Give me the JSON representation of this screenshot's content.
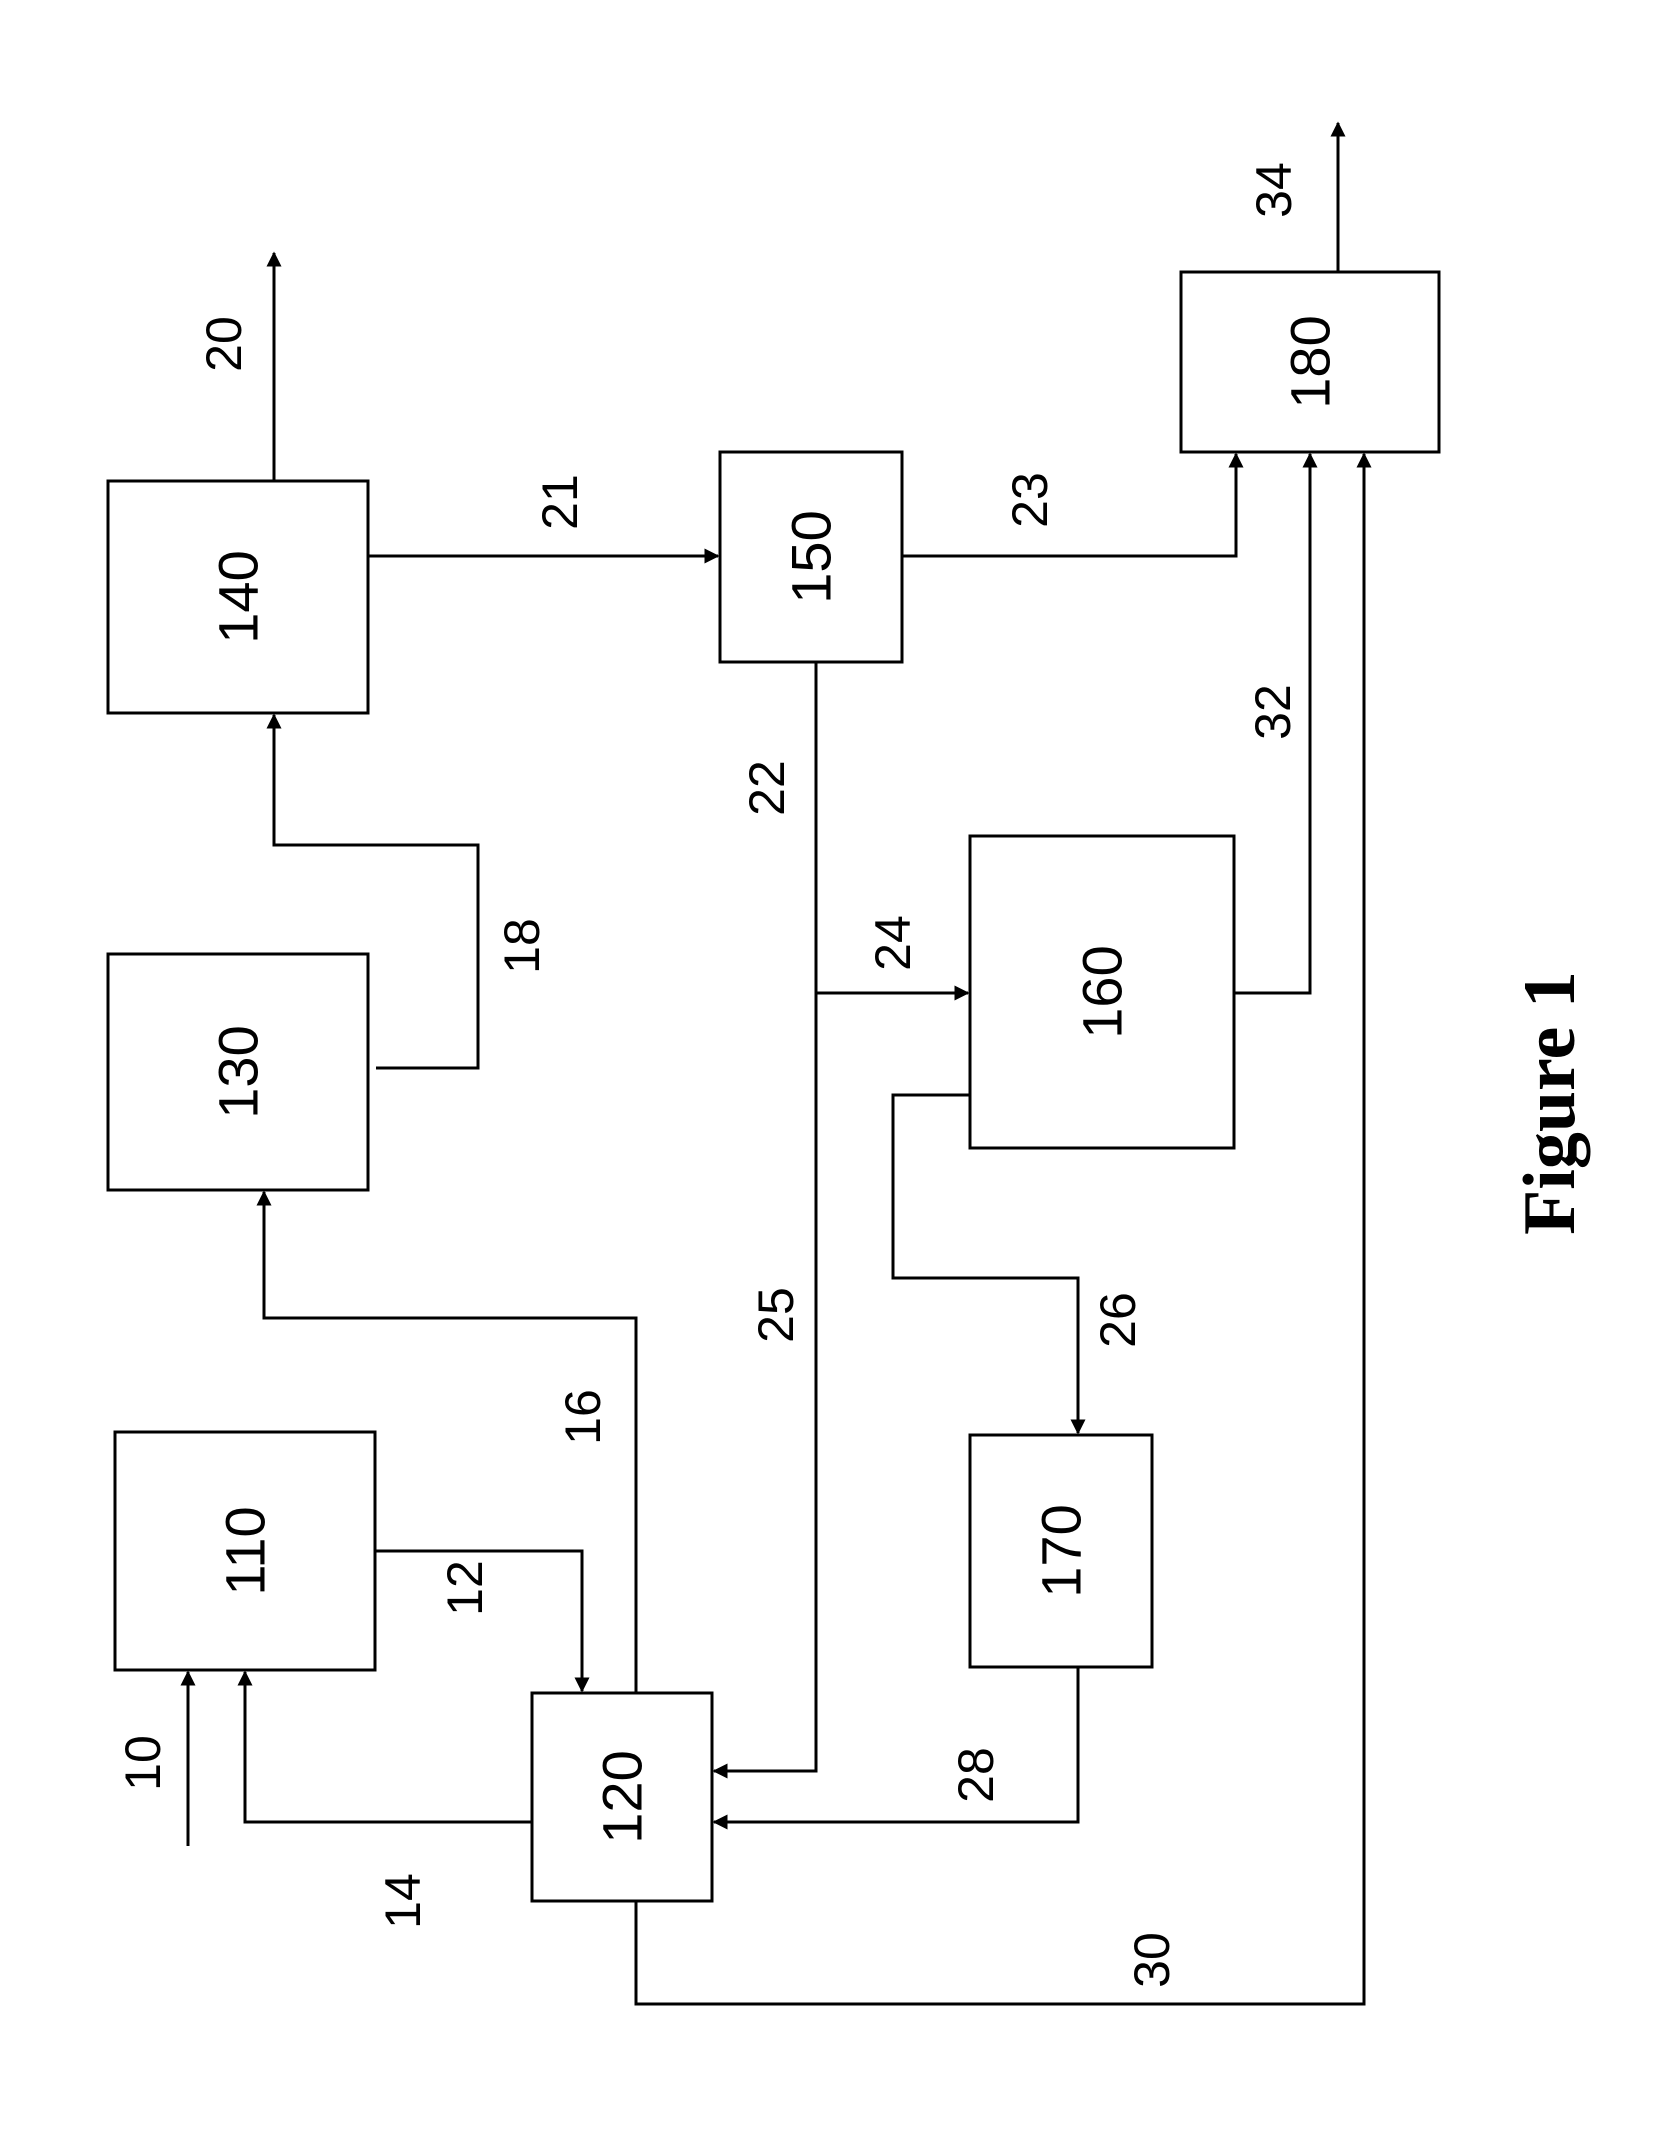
{
  "figure": {
    "caption": "Figure 1"
  },
  "units": {
    "u110": "110",
    "u120": "120",
    "u130": "130",
    "u140": "140",
    "u150": "150",
    "u160": "160",
    "u170": "170",
    "u180": "180"
  },
  "streams": {
    "s10": "10",
    "s12": "12",
    "s14": "14",
    "s16": "16",
    "s18": "18",
    "s20": "20",
    "s21": "21",
    "s22": "22",
    "s23": "23",
    "s24": "24",
    "s25": "25",
    "s26": "26",
    "s28": "28",
    "s30": "30",
    "s32": "32",
    "s34": "34"
  }
}
